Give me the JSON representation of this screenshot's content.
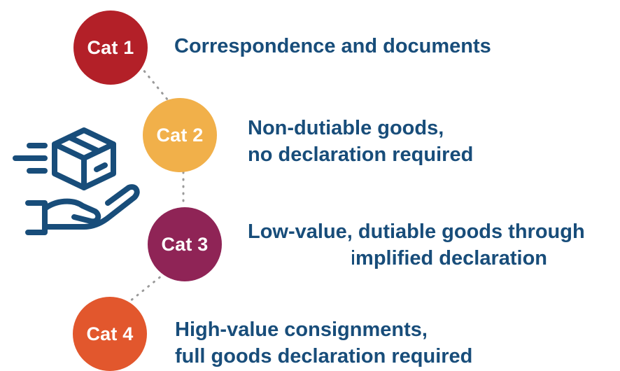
{
  "colors": {
    "cat1": "#b32028",
    "cat2": "#f1b04a",
    "cat3": "#8f2456",
    "cat4": "#e2572d",
    "text": "#184d7a",
    "icon": "#184d7a",
    "connector": "#9a9a9a"
  },
  "icon": {
    "name": "hand-holding-box-icon"
  },
  "categories": [
    {
      "label": "Cat 1",
      "lines": [
        "Correspondence and documents"
      ]
    },
    {
      "label": "Cat 2",
      "lines": [
        "Non-dutiable goods,",
        "no declaration required"
      ]
    },
    {
      "label": "Cat 3",
      "lines": [
        "Low-value, dutiable goods through",
        "implified declaration"
      ]
    },
    {
      "label": "Cat 4",
      "lines": [
        "High-value consignments,",
        "full goods declaration required"
      ]
    }
  ]
}
